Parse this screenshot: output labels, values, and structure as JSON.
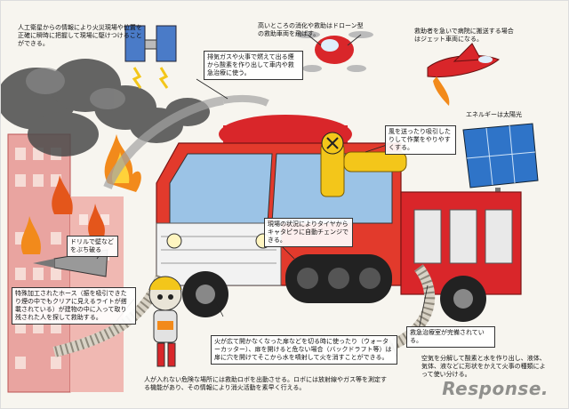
{
  "annotations": {
    "satellite": "人工衛星からの情報により火災現場や位置を正確に瞬時に把握して現場に駆けつけることができる。",
    "exhaust": "排気ガスや火事で燃えて出る煙から酸素を作り出して車内や救急治療に使う。",
    "drone": "高いところの消化や救助はドローン型の救助車両を飛ばす。",
    "jet": "救助者を急いで病院に搬送する場合はジェット車両になる。",
    "solar": "エネルギーは太陽光",
    "wind": "風を送ったり吸引したりして作業をやりやすくする。",
    "tracks": "現場の状況によりタイヤからキャタピラに自動チェンジできる。",
    "drill": "ドリルで壁などをぶち破る",
    "hose": "特殊加工されたホース（振を吸引できたり煙の中でもクリアに見えるライトが搭載されている）が建物の中に入って取り残された人を探して救助する。",
    "cutter": "火が広て開かなくなった扉などを切る時に使ったり（ウォーターカッター）、扉を開けると危ない場合（バックドラフト等）は扉に穴を開けてそこから水を噴射して火を消すことができる。",
    "robot": "人が入れない危険な場所には救助ロボを出動させる。ロボには放射線やガス等を測定する機能があり、その情報により消火活動を素早く行える。",
    "treatment": "救急治療室が完備されている。",
    "air_water": "空気を分解して酸素と水を作り出し、液体、気体、液などに形状をかえて火事の種類によって使い分ける。"
  },
  "watermark": "Response.",
  "colors": {
    "truck_red": "#d9262a",
    "sky_blue": "#9bc3e6",
    "flame": "#f28a1b",
    "smoke": "#555555"
  }
}
